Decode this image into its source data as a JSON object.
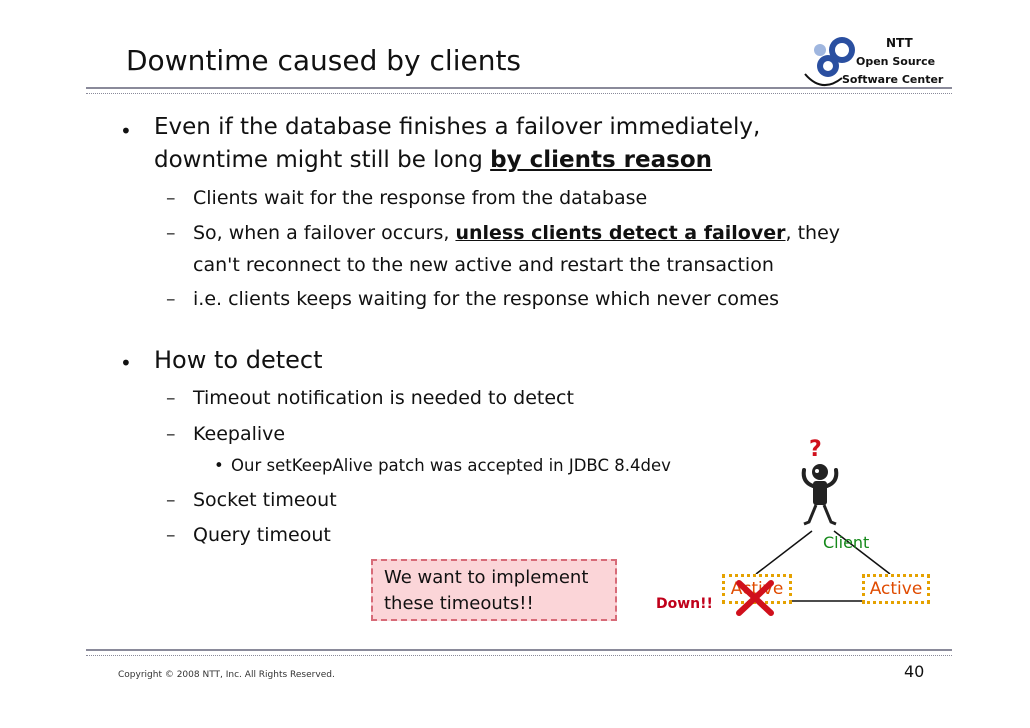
{
  "slide": {
    "title": "Downtime caused by clients",
    "logo": {
      "line1": "NTT",
      "line2": "Open Source",
      "line3": "Software Center"
    },
    "bullet1": {
      "line1": "Even if the database finishes a failover immediately,",
      "line2_prefix": "downtime might still be long ",
      "line2_emph": "by clients reason"
    },
    "sub1": [
      {
        "text": "Clients wait for the response from the database"
      },
      {
        "prefix": "So, when a failover occurs, ",
        "emph": "unless clients detect a failover",
        "suffix": ", they"
      },
      {
        "text": "can't reconnect to the new active and restart the transaction"
      },
      {
        "text": "i.e. clients keeps waiting for the response which never comes"
      }
    ],
    "bullet2": {
      "text": "How to detect"
    },
    "sub2": [
      {
        "text": "Timeout notification is needed to detect"
      },
      {
        "text": "Keepalive"
      },
      {
        "text": "Our setKeepAlive patch was accepted in JDBC 8.4dev"
      },
      {
        "text": "Socket timeout"
      },
      {
        "text": "Query timeout"
      }
    ],
    "callout": {
      "line1": "We want to implement",
      "line2": "these timeouts!!"
    },
    "diagram": {
      "client_label": "Client",
      "question_mark": "?",
      "down_label": "Down!!",
      "left_node": "Active",
      "right_node": "Active",
      "colors": {
        "client": "#15891a",
        "node_text": "#e04b00",
        "node_border": "#e5a200",
        "cross": "#d0101c",
        "down": "#c0001a"
      }
    },
    "footer": {
      "copyright": "Copyright © 2008 NTT, Inc. All Rights Reserved.",
      "page": "40"
    }
  }
}
